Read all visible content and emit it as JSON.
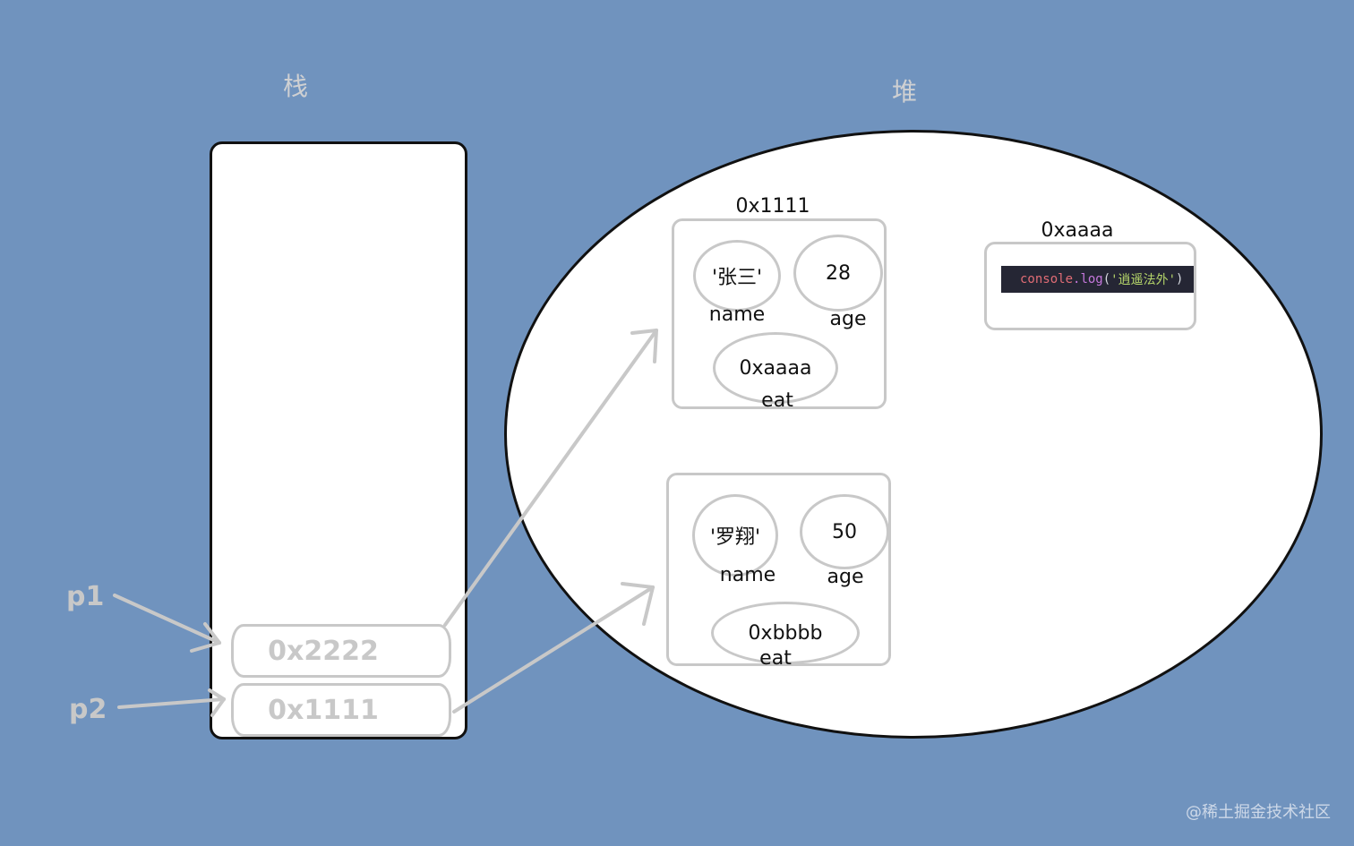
{
  "stack": {
    "title": "栈",
    "slots": [
      {
        "value": "0x2222"
      },
      {
        "value": "0x1111"
      }
    ]
  },
  "pointers": [
    {
      "label": "p1"
    },
    {
      "label": "p2"
    }
  ],
  "heap": {
    "title": "堆",
    "objects": [
      {
        "address": "0x1111",
        "name": {
          "value": "'张三'",
          "label": "name"
        },
        "age": {
          "value": "28",
          "label": "age"
        },
        "eat": {
          "value": "0xaaaa",
          "label": "eat"
        }
      },
      {
        "name": {
          "value": "'罗翔'",
          "label": "name"
        },
        "age": {
          "value": "50",
          "label": "age"
        },
        "eat": {
          "value": "0xbbbb",
          "label": "eat"
        }
      }
    ],
    "function": {
      "address": "0xaaaa",
      "code": {
        "object": "console",
        "method": ".log",
        "open": "(",
        "argument": "'逍遥法外'",
        "close": ")"
      }
    }
  },
  "watermark": "@稀土掘金技术社区",
  "colors": {
    "bg": "#7093be",
    "gray": "#c8c8c8",
    "ink": "#111111",
    "code-bg": "#252634",
    "code-obj": "#e06c75",
    "code-method": "#c678dd",
    "code-punct": "#d7dae0",
    "code-str": "#b5d56a"
  }
}
